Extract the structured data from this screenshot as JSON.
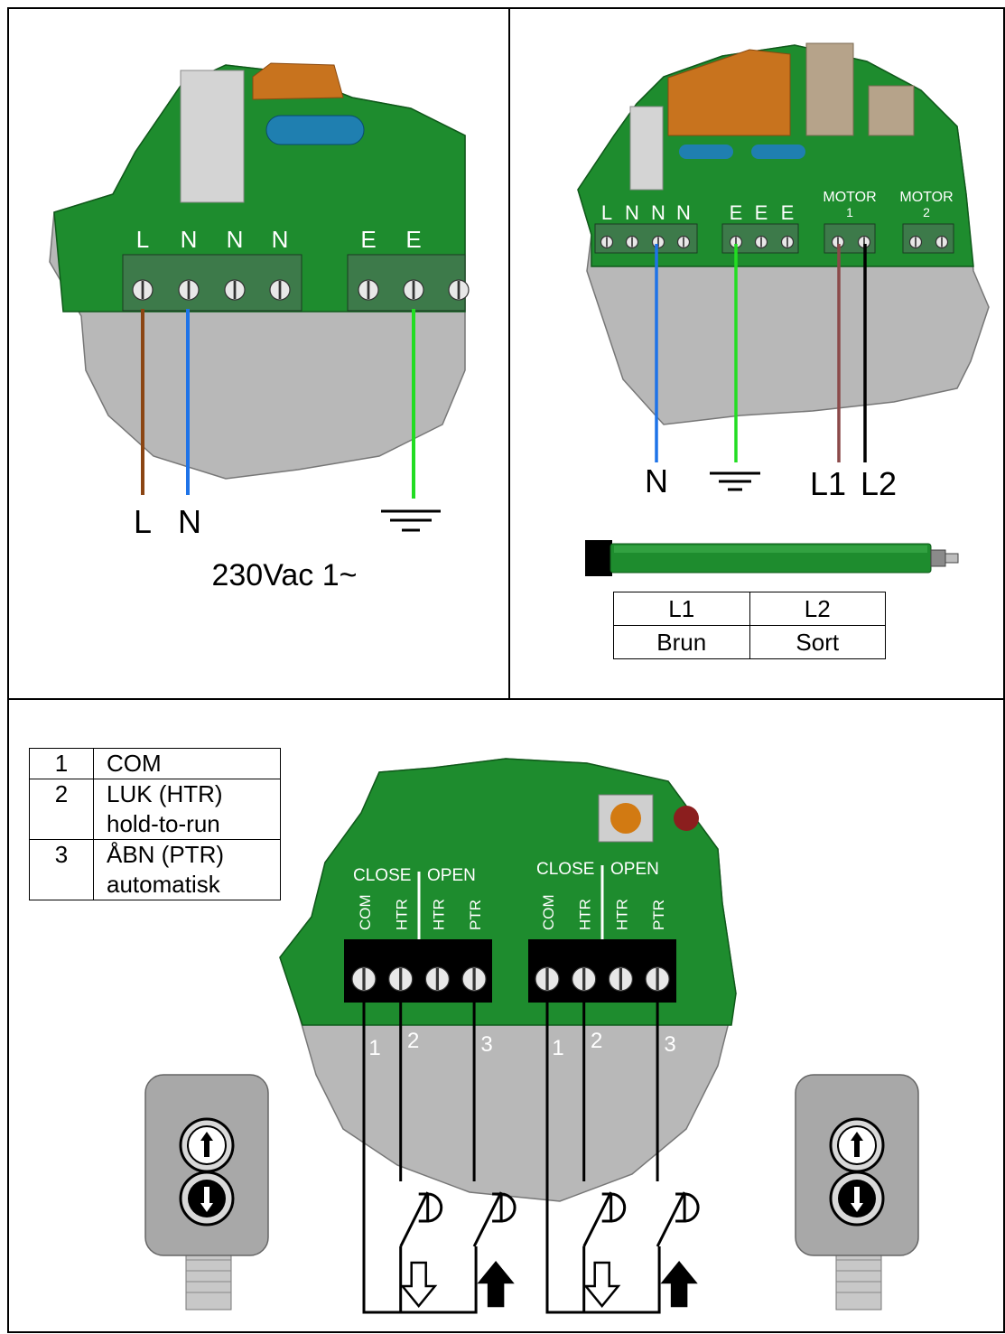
{
  "mains_panel": {
    "terminal_labels": [
      "L",
      "N",
      "N",
      "N",
      "E",
      "E"
    ],
    "wire_labels": [
      "L",
      "N"
    ],
    "supply_label": "230Vac 1~",
    "wire_colors": {
      "L": "#8B4513",
      "N": "#1E73E8",
      "E": "#22DD22"
    }
  },
  "motor_panel": {
    "terminal_labels": [
      "L",
      "N",
      "N",
      "N",
      "E",
      "E",
      "E"
    ],
    "motor1_label": "MOTOR",
    "motor1_num": "1",
    "motor2_label": "MOTOR",
    "motor2_num": "2",
    "wire_labels": [
      "N",
      "L1",
      "L2"
    ],
    "table": {
      "header": [
        "L1",
        "L2"
      ],
      "row": [
        "Brun",
        "Sort"
      ]
    },
    "wire_colors": {
      "N": "#1E73E8",
      "E": "#22DD22",
      "L1": "#8B4A4A",
      "L2": "#000000"
    }
  },
  "control_panel": {
    "legend": [
      {
        "num": "1",
        "lines": [
          "COM"
        ]
      },
      {
        "num": "2",
        "lines": [
          "LUK (HTR)",
          "hold-to-run"
        ]
      },
      {
        "num": "3",
        "lines": [
          "ÅBN (PTR)",
          "automatisk"
        ]
      }
    ],
    "group_labels": [
      "CLOSE",
      "OPEN"
    ],
    "terminal_labels": [
      "COM",
      "HTR",
      "HTR",
      "PTR"
    ],
    "terminal_numbers": [
      "1",
      "2",
      "3"
    ]
  },
  "colors": {
    "board": "#1E8C2E",
    "board_dark": "#0F6A1E",
    "enclosure": "#B8B8B8",
    "terminal_green": "#3D7A4A",
    "relay_orange": "#C8731E",
    "cap_blue": "#1F7FB0"
  }
}
